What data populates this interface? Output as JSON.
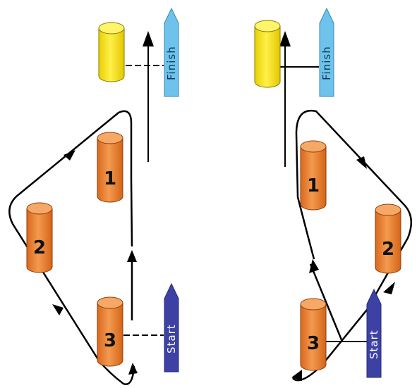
{
  "left": {
    "finish_label": "Finish",
    "start_label": "Start",
    "mark_1": "1",
    "mark_2": "2",
    "mark_3": "3"
  },
  "right": {
    "finish_label": "Finish",
    "start_label": "Start",
    "mark_1": "1",
    "mark_2": "2",
    "mark_3": "3"
  },
  "colors": {
    "mark_orange": "#F08A3C",
    "mark_yellow": "#FFE81A",
    "finish_boat": "#6EC3EC",
    "start_boat": "#3D41A4",
    "line": "#000000"
  }
}
